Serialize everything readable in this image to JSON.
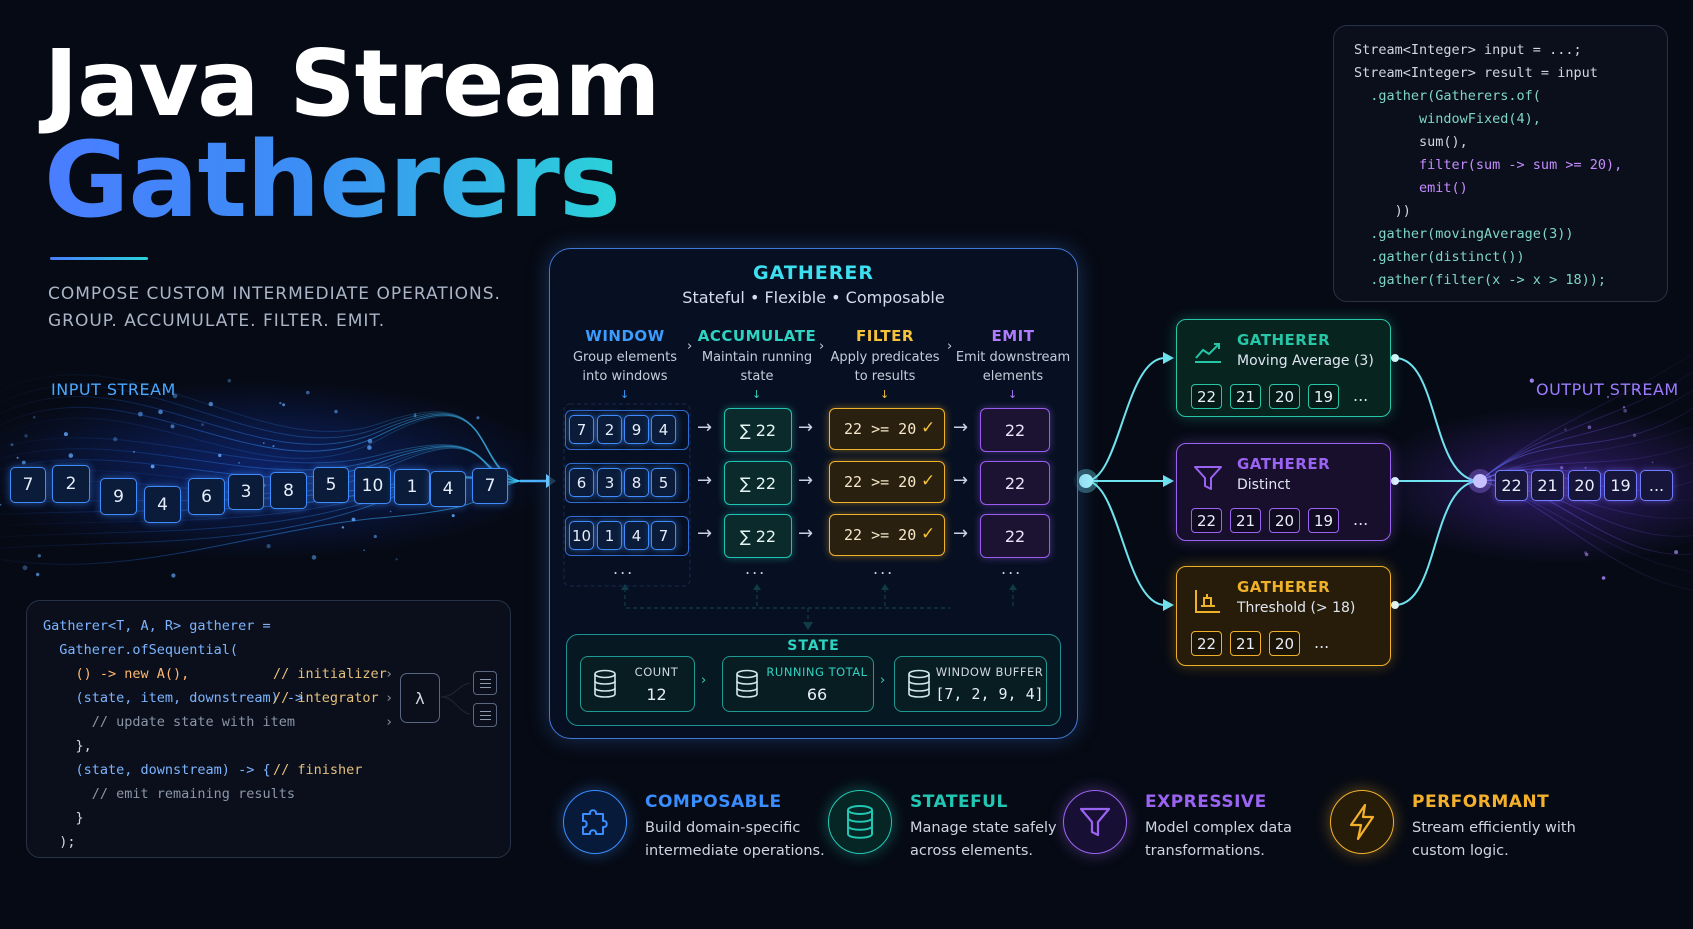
{
  "title": {
    "line1": "Java Stream",
    "line2": "Gatherers"
  },
  "subtitle": [
    "COMPOSE CUSTOM INTERMEDIATE OPERATIONS.",
    "GROUP. ACCUMULATE. FILTER. EMIT."
  ],
  "input_stream": {
    "label": "INPUT STREAM",
    "values": [
      "7",
      "2",
      "9",
      "4",
      "6",
      "3",
      "8",
      "5",
      "10",
      "1",
      "4",
      "7"
    ]
  },
  "output_stream": {
    "label": "OUTPUT STREAM",
    "values": [
      "22",
      "21",
      "20",
      "19",
      "..."
    ]
  },
  "top_code": [
    "Stream<Integer> input = ...;",
    "Stream<Integer> result = input",
    "  .gather(Gatherers.of(",
    "        windowFixed(4),",
    "        sum(),",
    "        filter(sum -> sum >= 20),",
    "        emit()",
    "     ))",
    "  .gather(movingAverage(3))",
    "  .gather(distinct())",
    "  .gather(filter(x -> x > 18));"
  ],
  "bottom_code": {
    "lines": [
      "Gatherer<T, A, R> gatherer =",
      "  Gatherer.ofSequential(",
      "    () -> new A(),",
      "    (state, item, downstream) ->",
      "      // update state with item",
      "    },",
      "    (state, downstream) -> {",
      "      // emit remaining results",
      "    }",
      "  );"
    ],
    "comments": [
      "// initializer",
      "// integrator",
      "// finisher"
    ],
    "lambda": "λ"
  },
  "gatherer": {
    "title": "GATHERER",
    "tagline": "Stateful • Flexible • Composable",
    "stages": [
      {
        "name": "WINDOW",
        "desc": [
          "Group elements",
          "into windows"
        ],
        "color": "#3a9cff"
      },
      {
        "name": "ACCUMULATE",
        "desc": [
          "Maintain running",
          "state"
        ],
        "color": "#2fd3c2"
      },
      {
        "name": "FILTER",
        "desc": [
          "Apply predicates",
          "to results"
        ],
        "color": "#f5c23a"
      },
      {
        "name": "EMIT",
        "desc": [
          "Emit downstream",
          "elements"
        ],
        "color": "#b07cff"
      }
    ],
    "rows": [
      {
        "window": [
          "7",
          "2",
          "9",
          "4"
        ],
        "sum": "∑ 22",
        "filter": "22 >= 20",
        "emit": "22"
      },
      {
        "window": [
          "6",
          "3",
          "8",
          "5"
        ],
        "sum": "∑ 22",
        "filter": "22 >= 20",
        "emit": "22"
      },
      {
        "window": [
          "10",
          "1",
          "4",
          "7"
        ],
        "sum": "∑ 22",
        "filter": "22 >= 20",
        "emit": "22"
      }
    ],
    "check": "✓",
    "ellipsis": "...",
    "state": {
      "title": "STATE",
      "cards": [
        {
          "label": "COUNT",
          "value": "12"
        },
        {
          "label": "RUNNING TOTAL",
          "value": "66"
        },
        {
          "label": "WINDOW BUFFER",
          "value": "[7, 2, 9, 4]"
        }
      ]
    }
  },
  "downstream": [
    {
      "title": "GATHERER",
      "sub": "Moving Average (3)",
      "values": [
        "22",
        "21",
        "20",
        "19"
      ],
      "more": "...",
      "color": "#27c6a6",
      "icon": "trend-chart-icon"
    },
    {
      "title": "GATHERER",
      "sub": "Distinct",
      "values": [
        "22",
        "21",
        "20",
        "19"
      ],
      "more": "...",
      "color": "#9b63f2",
      "icon": "funnel-icon"
    },
    {
      "title": "GATHERER",
      "sub": "Threshold (> 18)",
      "values": [
        "22",
        "21",
        "20"
      ],
      "more": "...",
      "color": "#f0b12a",
      "icon": "threshold-icon"
    }
  ],
  "features": [
    {
      "title": "COMPOSABLE",
      "desc": [
        "Build domain-specific",
        "intermediate operations."
      ],
      "color": "#3a8dff",
      "icon": "puzzle-icon"
    },
    {
      "title": "STATEFUL",
      "desc": [
        "Manage state safely",
        "across elements."
      ],
      "color": "#22c7b4",
      "icon": "database-icon"
    },
    {
      "title": "EXPRESSIVE",
      "desc": [
        "Model complex data",
        "transformations."
      ],
      "color": "#9b63f2",
      "icon": "funnel-icon"
    },
    {
      "title": "PERFORMANT",
      "desc": [
        "Stream efficiently with",
        "custom logic."
      ],
      "color": "#f2b02c",
      "icon": "lightning-icon"
    }
  ]
}
